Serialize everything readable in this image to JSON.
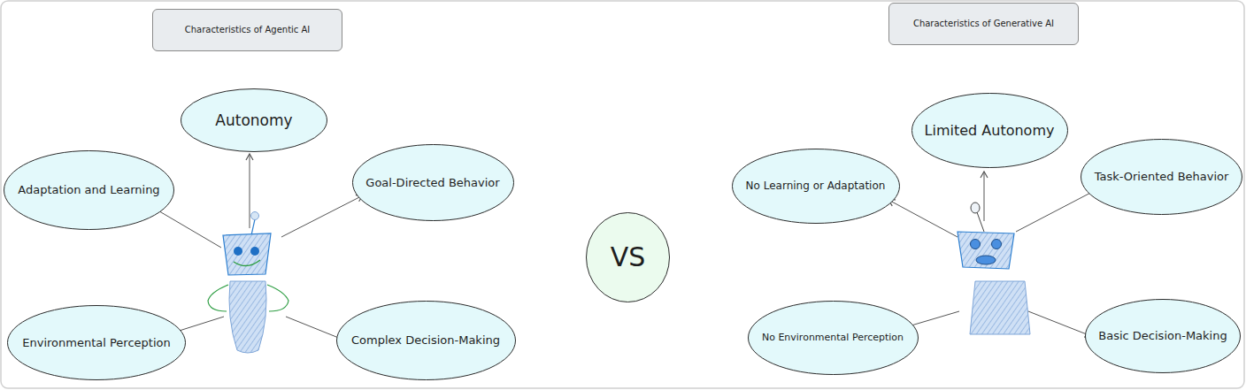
{
  "diagram": {
    "nodes": [
      {
        "text": [
          "Characteristics of Agentic AI"
        ]
      },
      {
        "text": [
          "Autonomy"
        ]
      },
      {
        "text": [
          "Adaptation and Learning"
        ]
      },
      {
        "text": [
          "Goal-Directed Behavior"
        ]
      },
      {
        "text": [
          "Environmental Perception"
        ]
      },
      {
        "text": [
          "Complex Decision-Making"
        ]
      },
      {
        "text": [
          "VS"
        ]
      },
      {
        "text": [
          "Characteristics of Generative AI"
        ]
      },
      {
        "text": [
          "Limited Autonomy"
        ]
      },
      {
        "text": [
          "No Learning or Adaptation"
        ]
      },
      {
        "text": [
          "Task-Oriented Behavior"
        ]
      },
      {
        "text": [
          "No Environmental Perception"
        ]
      },
      {
        "text": [
          "Basic Decision-Making"
        ]
      }
    ]
  }
}
